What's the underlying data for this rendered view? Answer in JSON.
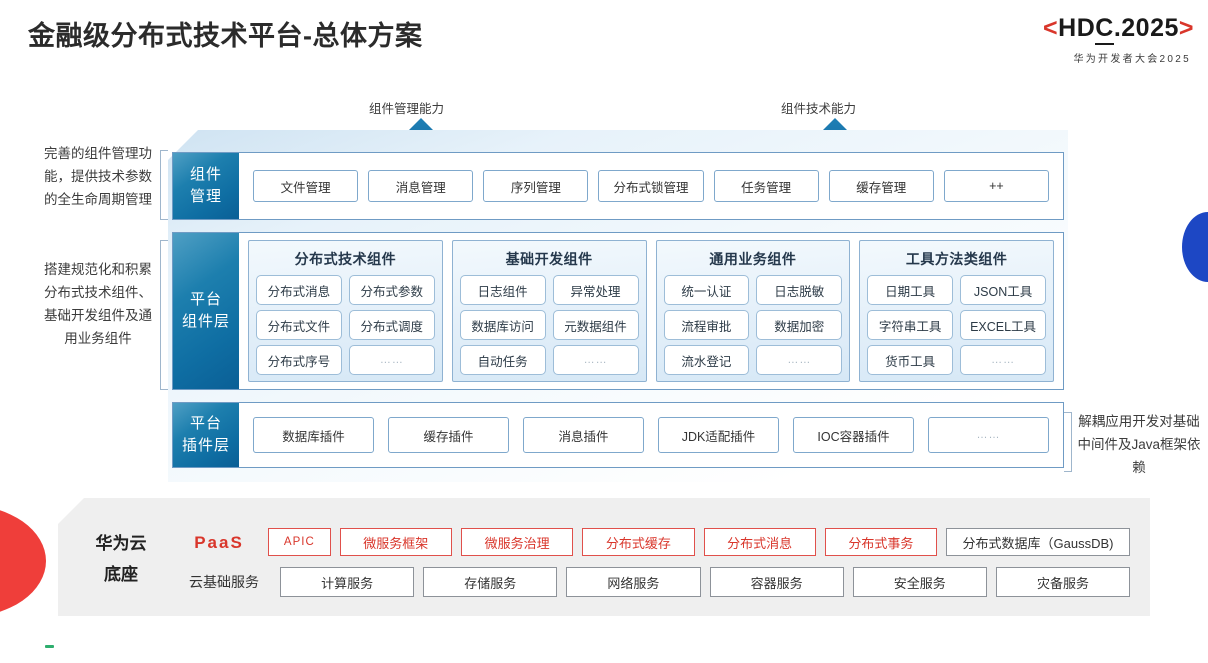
{
  "header": {
    "title": "金融级分布式技术平台-总体方案",
    "logo_pre": "<",
    "logo_a": "HD",
    "logo_c": "C",
    "logo_b": ".2025",
    "logo_post": ">",
    "logo_sub": "华为开发者大会2025"
  },
  "arrows": {
    "left_label": "组件管理能力",
    "right_label": "组件技术能力"
  },
  "annotations": {
    "left_top": "完善的组件管理功能，提供技术参数的全生命周期管理",
    "left_bottom": "搭建规范化和积累分布式技术组件、基础开发组件及通用业务组件",
    "right": "解耦应用开发对基础中间件及Java框架依赖"
  },
  "layers": {
    "component_management": {
      "label": "组件\n管理",
      "items": [
        "文件管理",
        "消息管理",
        "序列管理",
        "分布式锁管理",
        "任务管理",
        "缓存管理",
        "++"
      ]
    },
    "platform_component": {
      "label": "平台\n组件层",
      "groups": [
        {
          "title": "分布式技术组件",
          "items": [
            "分布式消息",
            "分布式参数",
            "分布式文件",
            "分布式调度",
            "分布式序号",
            "……"
          ]
        },
        {
          "title": "基础开发组件",
          "items": [
            "日志组件",
            "异常处理",
            "数据库访问",
            "元数据组件",
            "自动任务",
            "……"
          ]
        },
        {
          "title": "通用业务组件",
          "items": [
            "统一认证",
            "日志脱敏",
            "流程审批",
            "数据加密",
            "流水登记",
            "……"
          ]
        },
        {
          "title": "工具方法类组件",
          "items": [
            "日期工具",
            "JSON工具",
            "字符串工具",
            "EXCEL工具",
            "货币工具",
            "……"
          ]
        }
      ]
    },
    "platform_plugin": {
      "label": "平台\n插件层",
      "items": [
        "数据库插件",
        "缓存插件",
        "消息插件",
        "JDK适配插件",
        "IOC容器插件",
        "……"
      ]
    }
  },
  "base": {
    "title": "华为云\n底座",
    "paas_label": "PaaS",
    "cloud_label": "云基础服务",
    "paas_items": [
      {
        "label": "APIC",
        "style": "red-small"
      },
      {
        "label": "微服务框架",
        "style": "red"
      },
      {
        "label": "微服务治理",
        "style": "red"
      },
      {
        "label": "分布式缓存",
        "style": "red"
      },
      {
        "label": "分布式消息",
        "style": "red"
      },
      {
        "label": "分布式事务",
        "style": "red"
      },
      {
        "label": "分布式数据库（GaussDB)",
        "style": "neutral"
      }
    ],
    "cloud_items": [
      "计算服务",
      "存储服务",
      "网络服务",
      "容器服务",
      "安全服务",
      "灾备服务"
    ]
  },
  "colors": {
    "accent_red": "#d9362b",
    "accent_blue": "#0f6ea3",
    "lens_blue": "#1d47c4",
    "pointer_red": "#ef3e3a"
  }
}
